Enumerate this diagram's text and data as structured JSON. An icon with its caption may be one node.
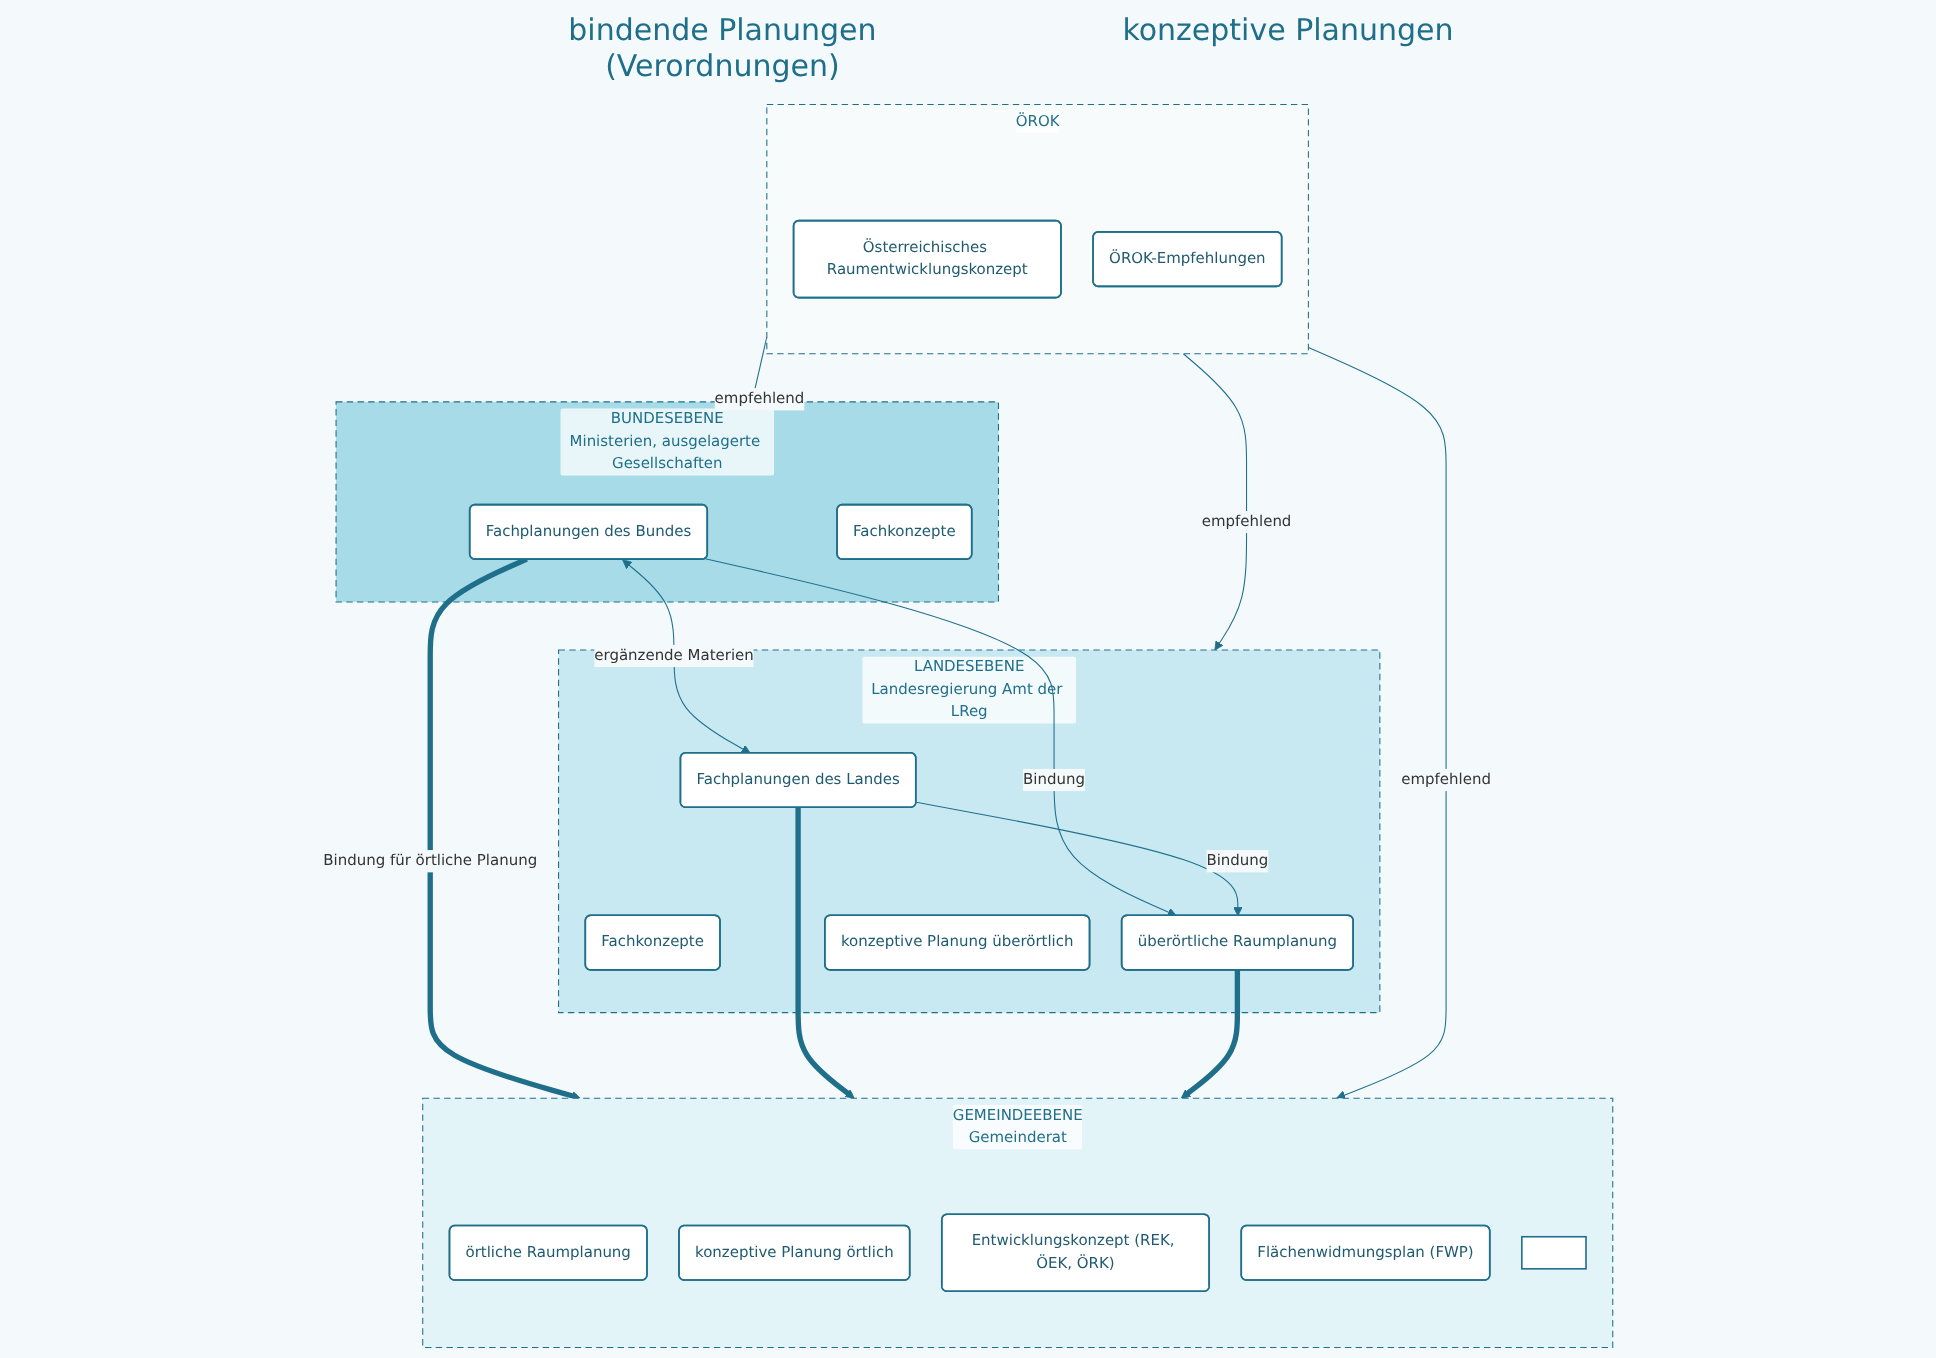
{
  "diagram": {
    "nodes": [
      {
        "text": [
          "BUNDESEBENE",
          "Ministerien, ausgelagerte Gesellschaften"
        ]
      },
      {
        "text": [
          "Fachplanungen des Bundes"
        ],
        "in": 0
      },
      {
        "text": [
          "Fachkonzepte"
        ],
        "in": 0
      },
      {
        "text": [
          "LANDESEBENE",
          "Landesregierung Amt der LReg"
        ]
      },
      {
        "text": [
          "Fachplanungen des Landes"
        ],
        "in": 3
      },
      {
        "text": [
          "Fachkonzepte"
        ],
        "in": 3
      },
      {
        "text": [
          "überörtliche Raumplanung"
        ],
        "in": 3
      },
      {
        "text": [
          "konzeptive Planung überörtlich"
        ],
        "in": 3
      },
      {
        "text": [
          "GEMEINDEEBENE",
          "Gemeinderat"
        ]
      },
      {
        "text": [
          "örtliche Raumplanung"
        ],
        "in": 8
      },
      {
        "text": [
          "konzeptive Planung örtlich"
        ],
        "in": 8
      },
      {
        "text": [
          "Entwicklungskonzept (REK, ÖEK, ÖRK)"
        ],
        "in": 8
      },
      {
        "text": [
          "Flächenwidmungsplan (FWP)"
        ],
        "in": 8
      },
      {
        "text": [],
        "shape": "box",
        "in": 8
      },
      {
        "text": [
          "ÖROK"
        ]
      },
      {
        "text": [
          "Österreichisches Raumentwicklungskonzept"
        ],
        "in": 14
      },
      {
        "text": [
          "ÖROK-Empfehlungen"
        ],
        "in": 14
      }
    ],
    "edges": [
      {
        "from": 1,
        "to": 4,
        "arrow": "both",
        "label": "ergänzende Materien"
      },
      {
        "from": 1,
        "to": 6,
        "arrow": "to",
        "label": "Bindung"
      },
      {
        "from": 4,
        "to": 6,
        "arrow": "to",
        "label": "Bindung"
      },
      {
        "from": 1,
        "to": 8,
        "arrow": "to",
        "style": "thick",
        "label": "Bindung für örtliche Planung"
      },
      {
        "from": 4,
        "to": 8,
        "arrow": "to",
        "style": "thick"
      },
      {
        "from": 6,
        "to": 8,
        "arrow": "to",
        "style": "thick"
      },
      {
        "from": 14,
        "to": 0,
        "arrow": "to",
        "label": "empfehlend"
      },
      {
        "from": 14,
        "to": 3,
        "arrow": "to",
        "label": "empfehlend"
      },
      {
        "from": 14,
        "to": 8,
        "arrow": "to",
        "label": "empfehlend"
      }
    ],
    "labels": [
      "bindende Planungen (Verordnungen)",
      "konzeptive Planungen"
    ]
  }
}
